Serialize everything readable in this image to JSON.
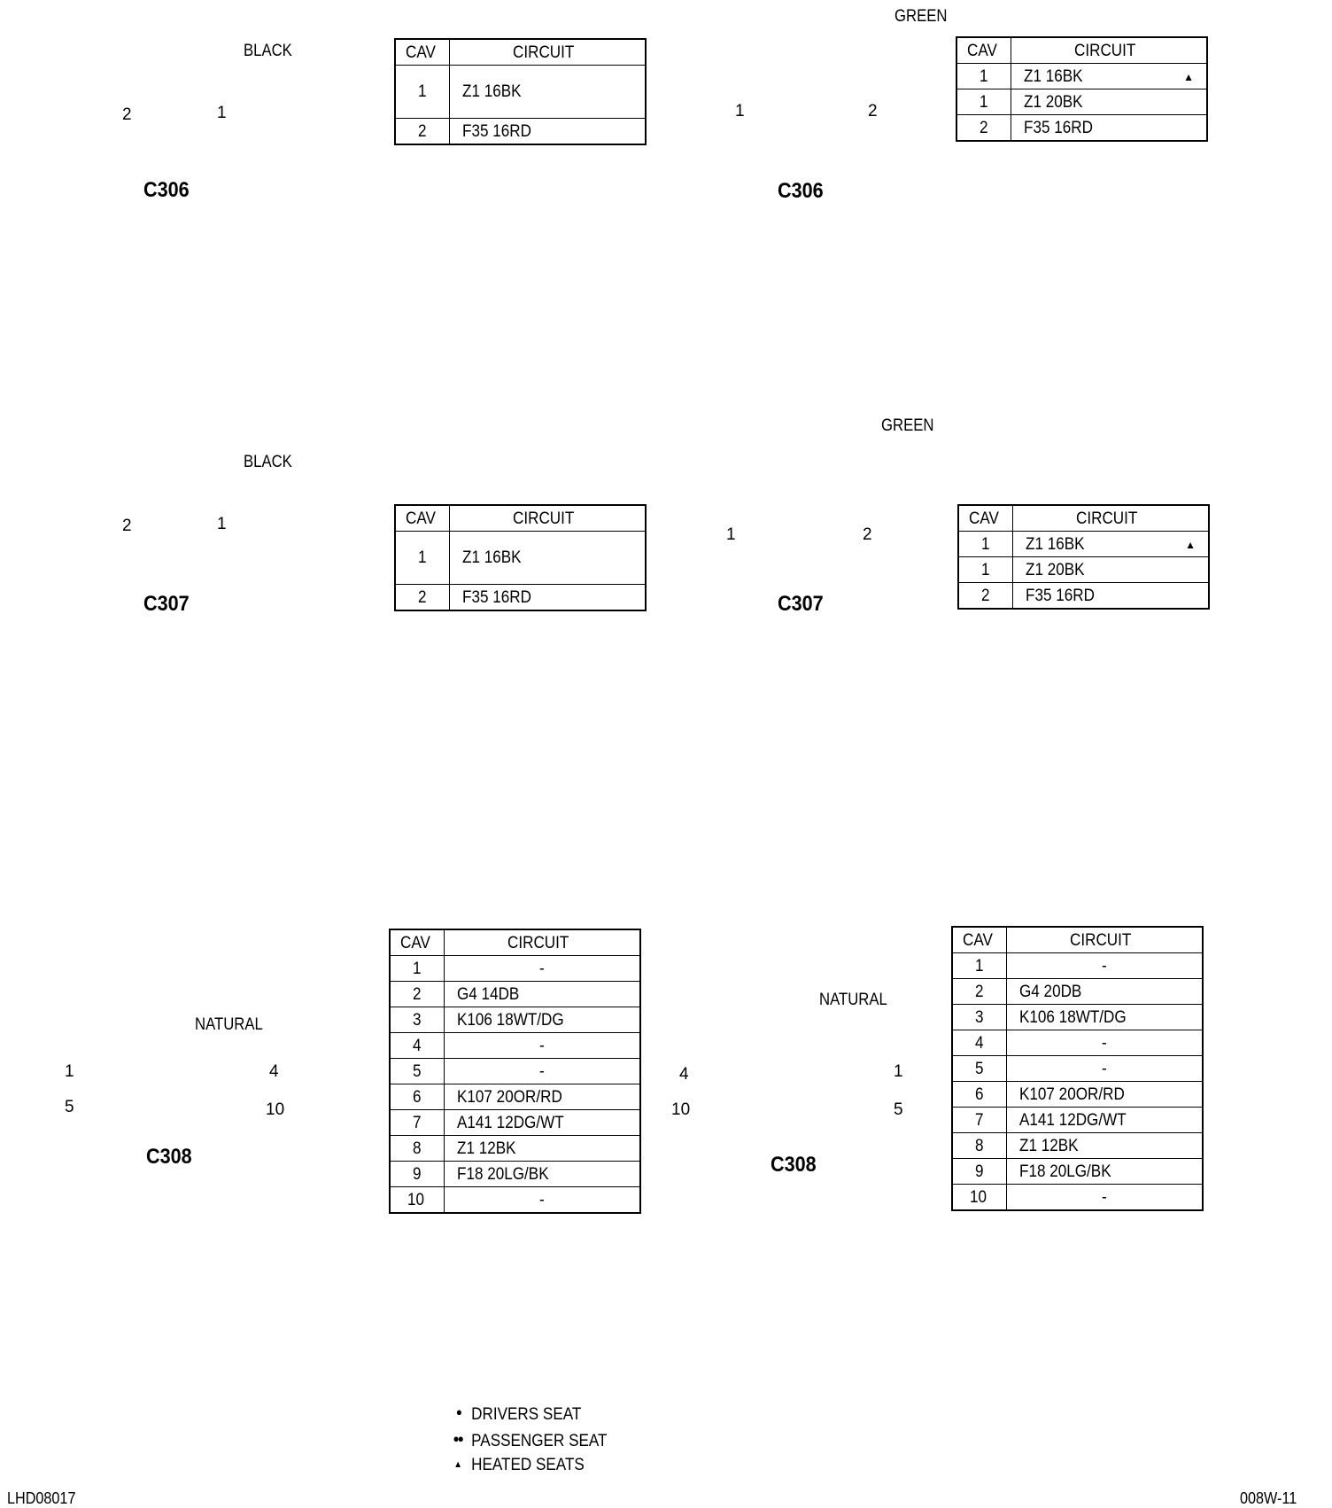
{
  "connectors": [
    {
      "id": "c306-left",
      "name": "C306",
      "color_label": "BLACK",
      "pins": [
        "2",
        "1"
      ],
      "table": {
        "headers": [
          "CAV",
          "CIRCUIT"
        ],
        "rows": [
          {
            "cav": "1",
            "circuit": "Z1 16BK",
            "mark": ""
          },
          {
            "cav": "2",
            "circuit": "F35 16RD",
            "mark": ""
          }
        ]
      }
    },
    {
      "id": "c306-right",
      "name": "C306",
      "color_label": "GREEN",
      "pins": [
        "1",
        "2"
      ],
      "table": {
        "headers": [
          "CAV",
          "CIRCUIT"
        ],
        "rows": [
          {
            "cav": "1",
            "circuit": "Z1 16BK",
            "mark": "▲"
          },
          {
            "cav": "1",
            "circuit": "Z1 20BK",
            "mark": ""
          },
          {
            "cav": "2",
            "circuit": "F35 16RD",
            "mark": ""
          }
        ]
      }
    },
    {
      "id": "c307-left",
      "name": "C307",
      "color_label": "BLACK",
      "pins": [
        "2",
        "1"
      ],
      "table": {
        "headers": [
          "CAV",
          "CIRCUIT"
        ],
        "rows": [
          {
            "cav": "1",
            "circuit": "Z1 16BK",
            "mark": ""
          },
          {
            "cav": "2",
            "circuit": "F35 16RD",
            "mark": ""
          }
        ]
      }
    },
    {
      "id": "c307-right",
      "name": "C307",
      "color_label": "GREEN",
      "pins": [
        "1",
        "2"
      ],
      "table": {
        "headers": [
          "CAV",
          "CIRCUIT"
        ],
        "rows": [
          {
            "cav": "1",
            "circuit": "Z1 16BK",
            "mark": "▲"
          },
          {
            "cav": "1",
            "circuit": "Z1 20BK",
            "mark": ""
          },
          {
            "cav": "2",
            "circuit": "F35 16RD",
            "mark": ""
          }
        ]
      }
    },
    {
      "id": "c308-left",
      "name": "C308",
      "color_label": "NATURAL",
      "pins": [
        "1",
        "4",
        "5",
        "10"
      ],
      "table": {
        "headers": [
          "CAV",
          "CIRCUIT"
        ],
        "rows": [
          {
            "cav": "1",
            "circuit": "-",
            "mark": ""
          },
          {
            "cav": "2",
            "circuit": "G4 14DB",
            "mark": ""
          },
          {
            "cav": "3",
            "circuit": "K106 18WT/DG",
            "mark": ""
          },
          {
            "cav": "4",
            "circuit": "-",
            "mark": ""
          },
          {
            "cav": "5",
            "circuit": "-",
            "mark": ""
          },
          {
            "cav": "6",
            "circuit": "K107 20OR/RD",
            "mark": ""
          },
          {
            "cav": "7",
            "circuit": "A141 12DG/WT",
            "mark": ""
          },
          {
            "cav": "8",
            "circuit": "Z1 12BK",
            "mark": ""
          },
          {
            "cav": "9",
            "circuit": "F18 20LG/BK",
            "mark": ""
          },
          {
            "cav": "10",
            "circuit": "-",
            "mark": ""
          }
        ]
      }
    },
    {
      "id": "c308-right",
      "name": "C308",
      "color_label": "NATURAL",
      "pins": [
        "4",
        "1",
        "10",
        "5"
      ],
      "table": {
        "headers": [
          "CAV",
          "CIRCUIT"
        ],
        "rows": [
          {
            "cav": "1",
            "circuit": "-",
            "mark": ""
          },
          {
            "cav": "2",
            "circuit": "G4 20DB",
            "mark": ""
          },
          {
            "cav": "3",
            "circuit": "K106 18WT/DG",
            "mark": ""
          },
          {
            "cav": "4",
            "circuit": "-",
            "mark": ""
          },
          {
            "cav": "5",
            "circuit": "-",
            "mark": ""
          },
          {
            "cav": "6",
            "circuit": "K107 20OR/RD",
            "mark": ""
          },
          {
            "cav": "7",
            "circuit": "A141 12DG/WT",
            "mark": ""
          },
          {
            "cav": "8",
            "circuit": "Z1 12BK",
            "mark": ""
          },
          {
            "cav": "9",
            "circuit": "F18 20LG/BK",
            "mark": ""
          },
          {
            "cav": "10",
            "circuit": "-",
            "mark": ""
          }
        ]
      }
    }
  ],
  "legend": [
    {
      "symbol": "●",
      "text": "DRIVERS SEAT"
    },
    {
      "symbol": "●●",
      "text": "PASSENGER SEAT"
    },
    {
      "symbol": "▲",
      "text": "HEATED SEATS"
    }
  ],
  "footer": {
    "left": "LHD08017",
    "right": "008W-11"
  }
}
